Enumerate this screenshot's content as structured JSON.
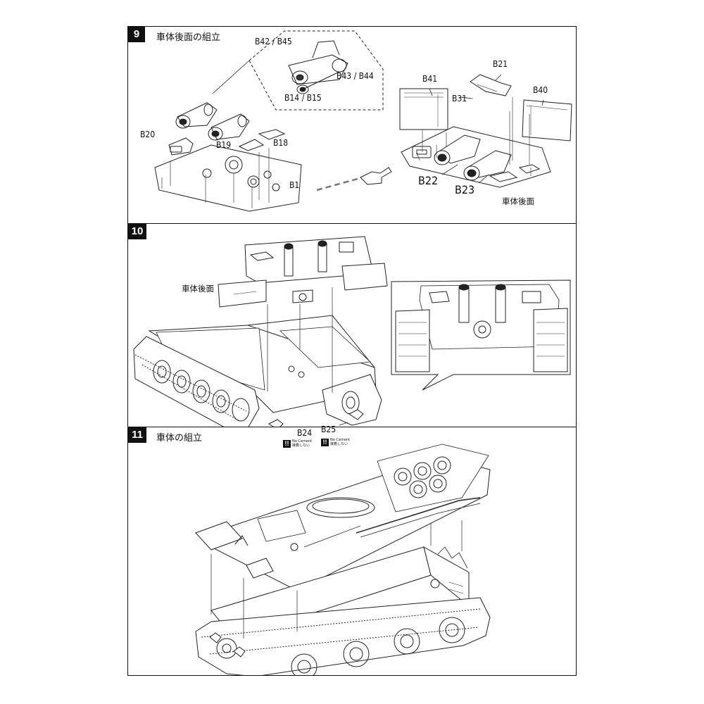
{
  "steps": [
    {
      "number": "9",
      "title": "車体後面の組立",
      "labels": {
        "b42_b45": "B42 / B45",
        "b43_b44": "B43 / B44",
        "b14_b15": "B14 / B15",
        "b20": "B20",
        "b19": "B19",
        "b18": "B18",
        "b1": "B1",
        "b41": "B41",
        "b21": "B21",
        "b31": "B31",
        "b40": "B40",
        "b22": "B22",
        "b23": "B23",
        "rear_plate": "車体後面"
      }
    },
    {
      "number": "10",
      "labels": {
        "rear_plate": "車体後面",
        "b24": "B24",
        "b25": "B25"
      },
      "notices": [
        {
          "icon": "!!",
          "en": "No Cement",
          "jp": "接着しない"
        },
        {
          "icon": "!!",
          "en": "No Cement",
          "jp": "接着しない"
        }
      ]
    },
    {
      "number": "11",
      "title": "車体の組立"
    }
  ]
}
